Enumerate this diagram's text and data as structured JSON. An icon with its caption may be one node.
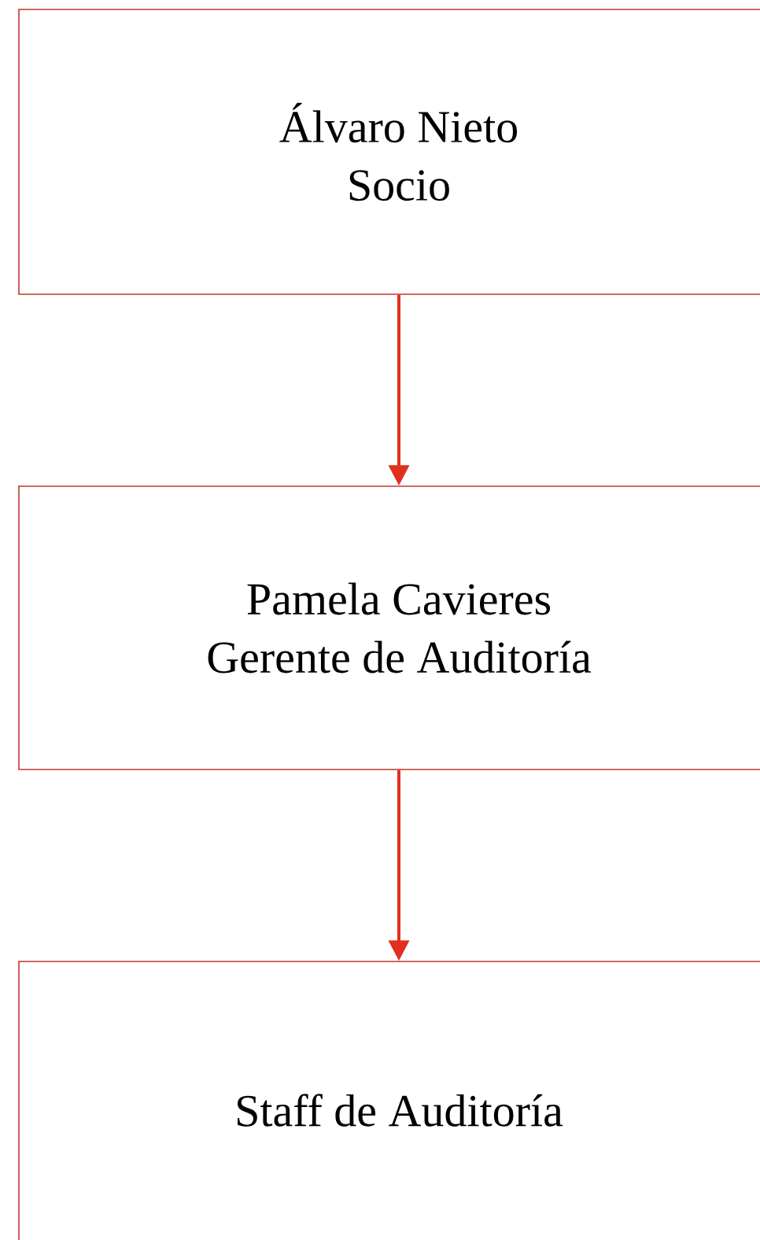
{
  "diagram": {
    "nodes": [
      {
        "text": [
          "Álvaro Nieto",
          "Socio"
        ]
      },
      {
        "text": [
          "Pamela Cavieres",
          "Gerente de Auditoría"
        ]
      },
      {
        "text": [
          "Staff de Auditoría"
        ]
      }
    ],
    "edges": [
      {
        "from": 0,
        "to": 1,
        "arrow": "to"
      },
      {
        "from": 1,
        "to": 2,
        "arrow": "to"
      }
    ]
  }
}
